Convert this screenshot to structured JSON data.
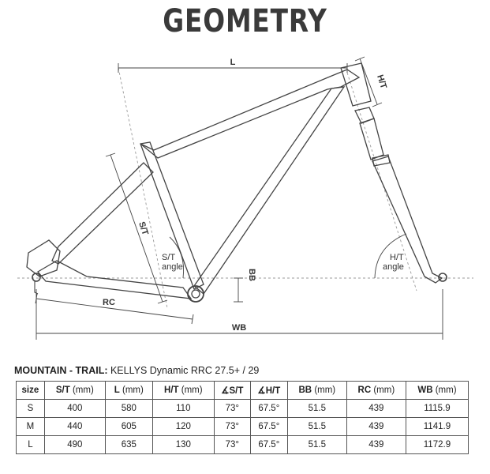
{
  "title": "GEOMETRY",
  "diagram": {
    "labels": {
      "L": "L",
      "HT": "H/T",
      "ST": "S/T",
      "ST_angle_1": "S/T",
      "ST_angle_2": "angle",
      "BB": "BB",
      "HT_angle_1": "H/T",
      "HT_angle_2": "angle",
      "RC": "RC",
      "WB": "WB"
    }
  },
  "subtitle": {
    "bold": "MOUNTAIN - TRAIL:",
    "rest": " KELLYS Dynamic RRC 27.5+ / 29"
  },
  "table": {
    "headers": [
      {
        "bold": "size",
        "unit": ""
      },
      {
        "bold": "S/T",
        "unit": " (mm)"
      },
      {
        "bold": "L",
        "unit": " (mm)"
      },
      {
        "bold": "H/T",
        "unit": " (mm)"
      },
      {
        "bold": "∡S/T",
        "unit": ""
      },
      {
        "bold": "∡H/T",
        "unit": ""
      },
      {
        "bold": "BB",
        "unit": " (mm)"
      },
      {
        "bold": "RC",
        "unit": " (mm)"
      },
      {
        "bold": "WB",
        "unit": " (mm)"
      }
    ],
    "rows": [
      [
        "S",
        "400",
        "580",
        "110",
        "73°",
        "67.5°",
        "51.5",
        "439",
        "1115.9"
      ],
      [
        "M",
        "440",
        "605",
        "120",
        "73°",
        "67.5°",
        "51.5",
        "439",
        "1141.9"
      ],
      [
        "L",
        "490",
        "635",
        "130",
        "73°",
        "67.5°",
        "51.5",
        "439",
        "1172.9"
      ]
    ]
  }
}
